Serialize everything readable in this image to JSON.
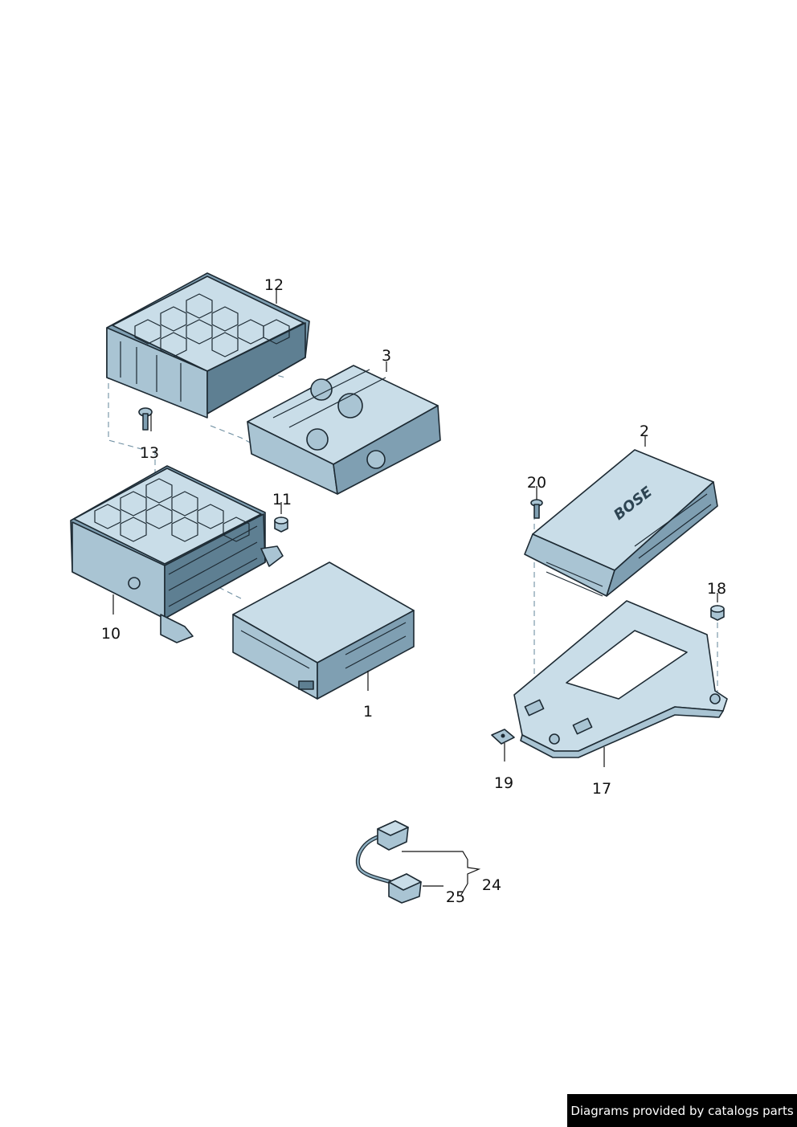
{
  "callouts": {
    "c1": "1",
    "c2": "2",
    "c3": "3",
    "c10": "10",
    "c11": "11",
    "c12": "12",
    "c13": "13",
    "c17": "17",
    "c18": "18",
    "c19": "19",
    "c20": "20",
    "c24": "24",
    "c25": "25"
  },
  "brand_mark": "BOSE",
  "footer": {
    "credit": "Diagrams provided by catalogs parts"
  },
  "colors": {
    "part_fill": "#a9c4d3",
    "outline": "#1d2a33",
    "dash": "#6f8fa2"
  }
}
